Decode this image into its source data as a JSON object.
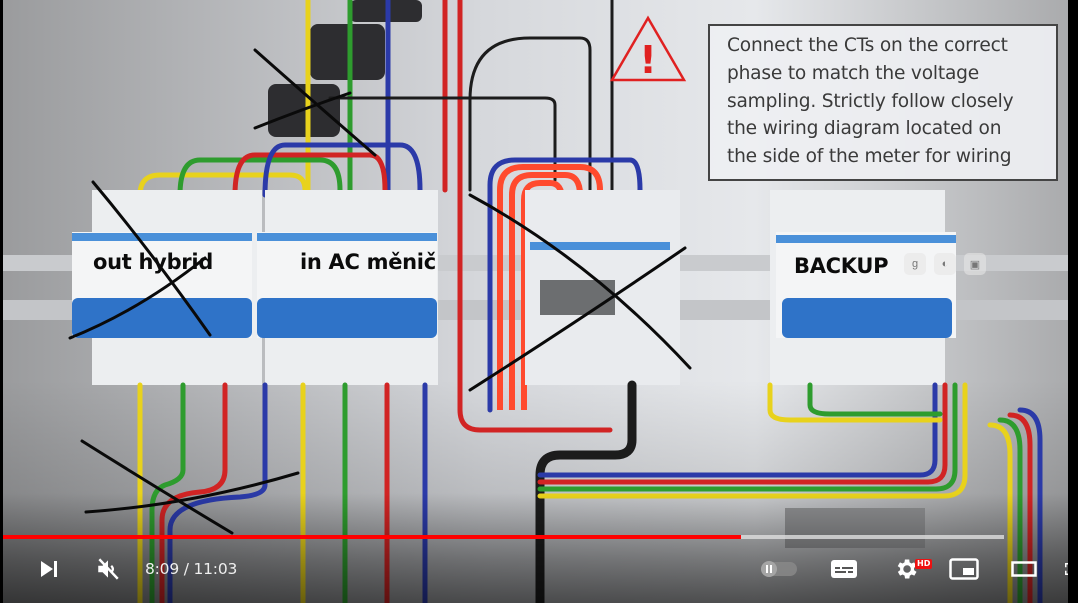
{
  "video": {
    "overlay_labels": {
      "breaker_1": "out hybrid",
      "breaker_2": "in AC měnič",
      "breaker_3": "BACKUP"
    },
    "notice_text": "Connect the CTs on the correct\nphase to match the voltage\nsampling. Strictly follow closely\nthe wiring diagram located on\nthe side of the meter for wiring",
    "warning_symbol": "!",
    "extension_icons": [
      "google-s3-icon",
      "volume-icon",
      "copy-icon"
    ]
  },
  "player": {
    "current_time": "8:09",
    "duration": "11:03",
    "time_display": "8:09 / 11:03",
    "progress_fraction": 0.738,
    "buffered_fraction": 1.0,
    "hd_badge": "HD",
    "muted": true,
    "autoplay_on": false,
    "colors": {
      "played": "#ff0000",
      "hd_badge": "#ee1111"
    },
    "controls": [
      {
        "name": "next-button",
        "icon": "skip-next-icon"
      },
      {
        "name": "mute-button",
        "icon": "volume-muted-icon"
      },
      {
        "name": "autoplay-toggle",
        "icon": "pause-toggle-icon"
      },
      {
        "name": "subtitles-button",
        "icon": "captions-icon"
      },
      {
        "name": "settings-button",
        "icon": "gear-icon"
      },
      {
        "name": "miniplayer-button",
        "icon": "miniplayer-icon"
      },
      {
        "name": "theater-button",
        "icon": "theater-icon"
      },
      {
        "name": "fullscreen-button",
        "icon": "fullscreen-icon"
      }
    ]
  }
}
